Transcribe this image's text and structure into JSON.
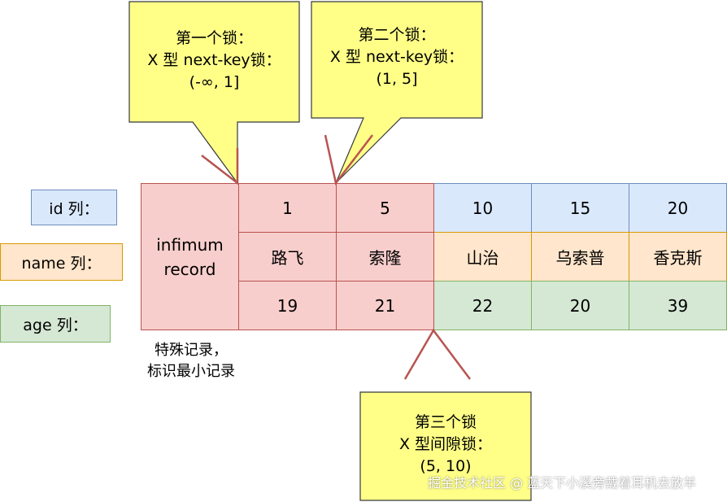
{
  "row_labels": [
    "id 列：",
    "name 列：",
    "age 列："
  ],
  "infimum": {
    "line1": "infimum",
    "line2": "record"
  },
  "columns": [
    {
      "id": "1",
      "name": "路飞",
      "age": "19"
    },
    {
      "id": "5",
      "name": "索隆",
      "age": "21"
    },
    {
      "id": "10",
      "name": "山治",
      "age": "22"
    },
    {
      "id": "15",
      "name": "乌索普",
      "age": "20"
    },
    {
      "id": "20",
      "name": "香克斯",
      "age": "39"
    }
  ],
  "infimum_note": {
    "line1": "特殊记录，",
    "line2": "标识最小记录"
  },
  "callouts": [
    {
      "line1": "第一个锁：",
      "line2": "X 型 next-key锁：",
      "line3": "(-∞, 1]"
    },
    {
      "line1": "第二个锁：",
      "line2": "X 型 next-key锁：",
      "line3": "(1, 5]"
    },
    {
      "line1": "第三个锁",
      "line2": "X 型间隙锁：",
      "line3": "(5, 10)"
    }
  ],
  "watermark": "掘金技术社区 @ 蓝天下小溪旁戴着耳机去放羊",
  "colors": {
    "red_fill": "#f8cecc",
    "red_stroke": "#b85450",
    "blue_fill": "#dae8fc",
    "blue_stroke": "#6c8ebf",
    "orange_fill": "#ffe6cc",
    "orange_stroke": "#d79b00",
    "green_fill": "#d5e8d4",
    "green_stroke": "#82b366",
    "yellow_fill": "#ffff88",
    "yellow_stroke": "#36393d"
  }
}
